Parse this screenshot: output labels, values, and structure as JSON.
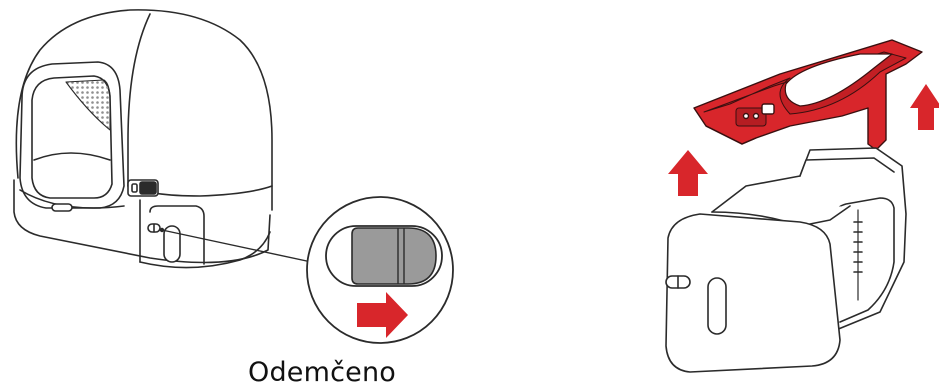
{
  "caption": {
    "text": "Odemčeno"
  },
  "colors": {
    "accent": "#d8262b",
    "line": "#2b2b2b",
    "fill_gray": "#9a9a9a",
    "mesh": "#b5b5b5"
  },
  "illustrations": [
    {
      "name": "litter-box-unit",
      "detail": "slider-magnified"
    },
    {
      "name": "waste-drawer-removal",
      "detail": "lift-red-frame"
    }
  ]
}
